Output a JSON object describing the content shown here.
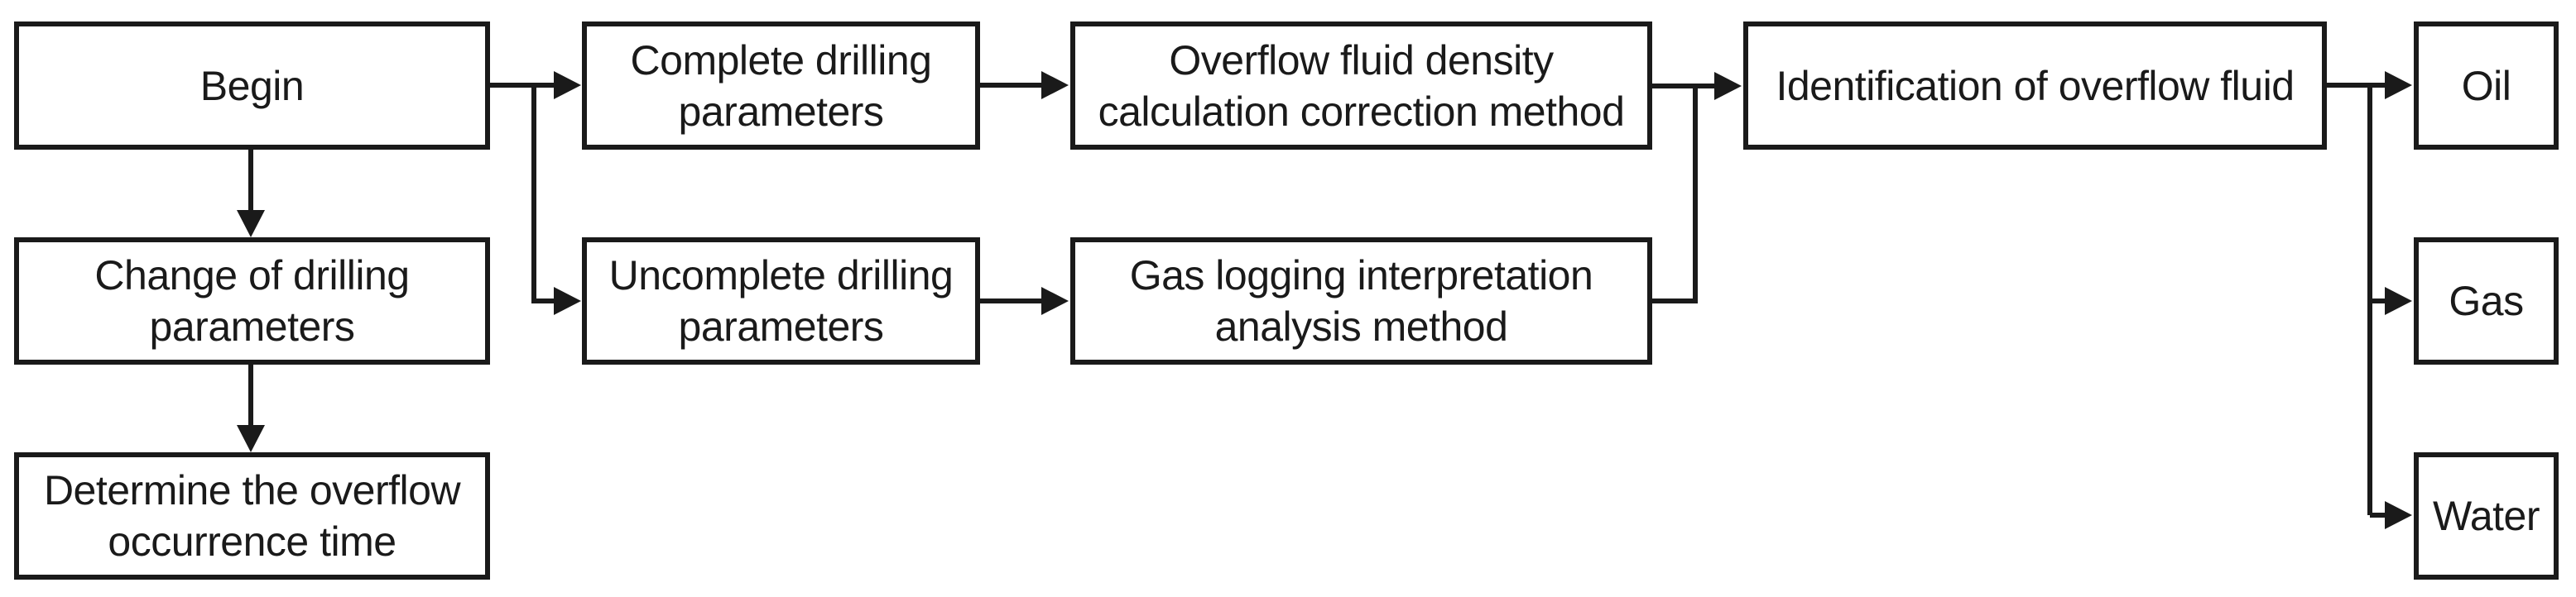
{
  "diagram": {
    "nodes": {
      "begin": "Begin",
      "change": "Change of drilling\nparameters",
      "determine": "Determine the overflow\noccurrence time",
      "complete": "Complete drilling\nparameters",
      "uncomplete": "Uncomplete drilling\nparameters",
      "density": "Overflow fluid density\ncalculation correction method",
      "gaslogging": "Gas logging interpretation\nanalysis method",
      "identification": "Identification of overflow fluid",
      "oil": "Oil",
      "gas": "Gas",
      "water": "Water"
    },
    "edges": [
      {
        "from": "Begin",
        "to": "Change of drilling parameters"
      },
      {
        "from": "Change of drilling parameters",
        "to": "Determine the overflow occurrence time"
      },
      {
        "from": "Begin",
        "to": "Complete drilling parameters"
      },
      {
        "from": "Begin",
        "to": "Uncomplete drilling parameters"
      },
      {
        "from": "Complete drilling parameters",
        "to": "Overflow fluid density calculation correction method"
      },
      {
        "from": "Uncomplete drilling parameters",
        "to": "Gas logging interpretation analysis method"
      },
      {
        "from": "Overflow fluid density calculation correction method",
        "to": "Identification of overflow fluid"
      },
      {
        "from": "Gas logging interpretation analysis method",
        "to": "Identification of overflow fluid"
      },
      {
        "from": "Identification of overflow fluid",
        "to": "Oil"
      },
      {
        "from": "Identification of overflow fluid",
        "to": "Gas"
      },
      {
        "from": "Identification of overflow fluid",
        "to": "Water"
      }
    ],
    "colors": {
      "stroke": "#1a1a1a",
      "text": "#1a1a1a",
      "background": "#ffffff",
      "box_fill": "#ffffff"
    }
  }
}
